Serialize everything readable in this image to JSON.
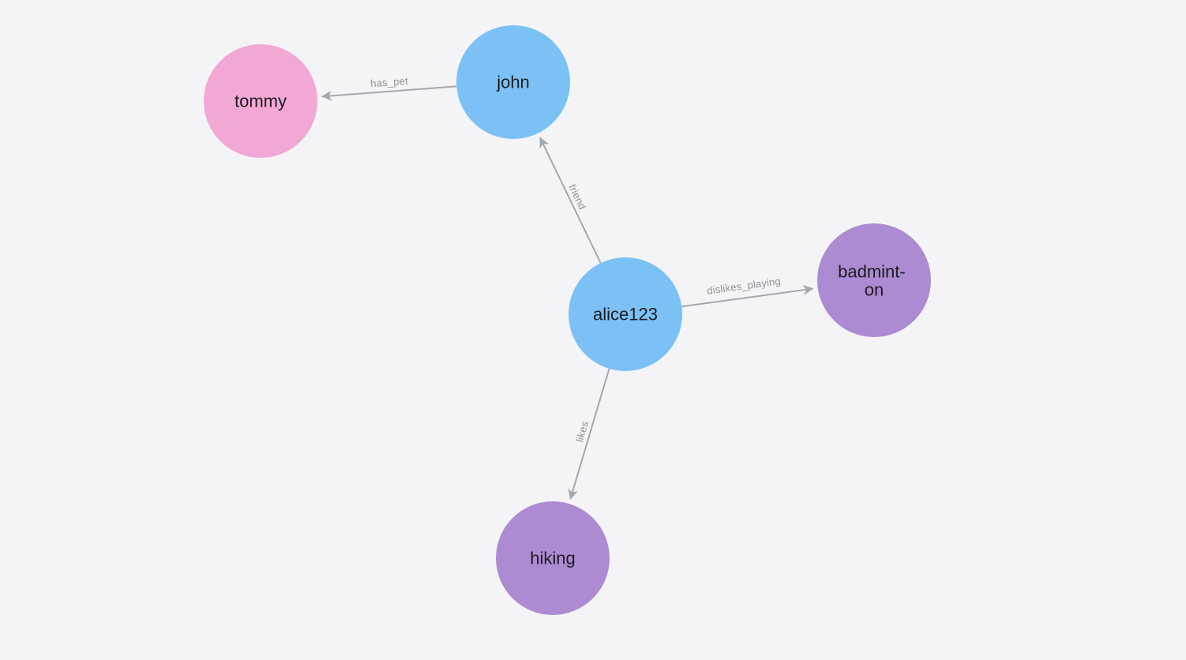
{
  "app": {
    "background_color": "#f4f4f6",
    "node_text_color": "#1c1c1e"
  },
  "graph": {
    "edge_color": "#A5A7AE",
    "edge_label_color": "#8F9096",
    "nodes": [
      {
        "id": "tommy",
        "label": "tommy",
        "color": "#F1A8D5"
      },
      {
        "id": "john",
        "label": "john",
        "color": "#7CC1F5"
      },
      {
        "id": "alice123",
        "label": "alice123",
        "color": "#7CC1F5"
      },
      {
        "id": "badminton",
        "label": "badminton",
        "lines": [
          "badmint-",
          "on"
        ],
        "color": "#AD8BD3"
      },
      {
        "id": "hiking",
        "label": "hiking",
        "color": "#AD8BD3"
      }
    ],
    "edges": [
      {
        "from": "john",
        "to": "tommy",
        "label": "has_pet"
      },
      {
        "from": "alice123",
        "to": "john",
        "label": "friend"
      },
      {
        "from": "alice123",
        "to": "badminton",
        "label": "dislikes_playing"
      },
      {
        "from": "alice123",
        "to": "hiking",
        "label": "likes"
      }
    ]
  }
}
